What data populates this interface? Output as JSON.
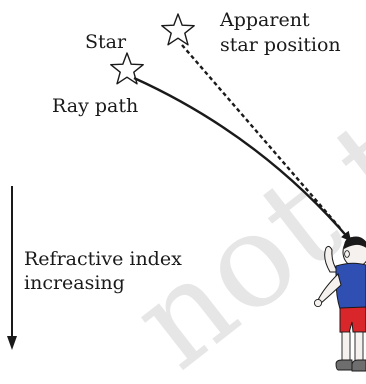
{
  "labels": {
    "star": "Star",
    "apparent_line1": "Apparent",
    "apparent_line2": "star position",
    "ray_path": "Ray path",
    "refractive_line1": "Refractive index",
    "refractive_line2": "increasing"
  },
  "watermark": "not to",
  "icons": {
    "real_star": "star-outline-icon",
    "apparent_star": "star-outline-icon",
    "observer": "child-figure-icon",
    "arrow": "arrow-down-icon"
  },
  "colors": {
    "ink": "#1a1a1a",
    "shirt": "#2f4fb3",
    "shorts": "#d9262b",
    "skin": "#f4f1ee",
    "shoes": "#6e6e6e",
    "watermark": "#e6e6e6"
  }
}
